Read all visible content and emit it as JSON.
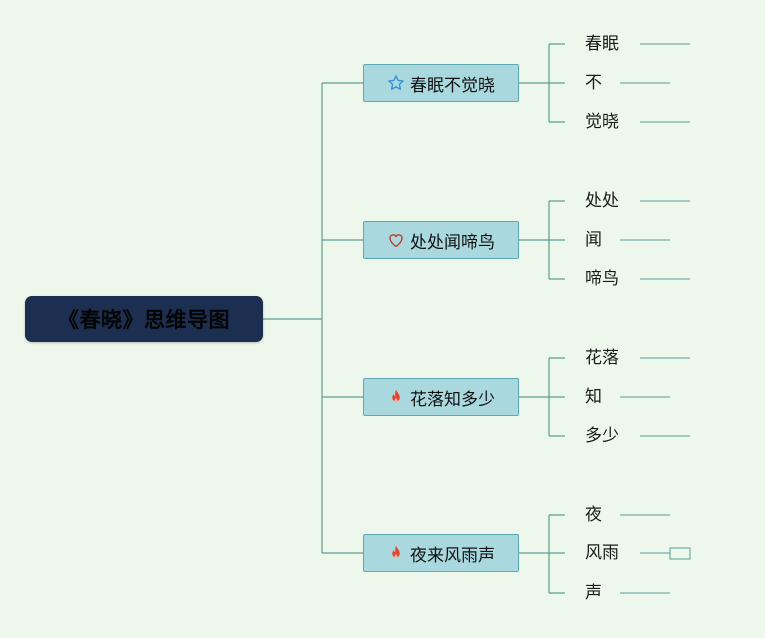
{
  "root": {
    "label": "《春晓》思维导图"
  },
  "branches": [
    {
      "label": "春眠不觉晓",
      "icon": "star-icon",
      "leaves": [
        "春眠",
        "不",
        "觉晓"
      ]
    },
    {
      "label": "处处闻啼鸟",
      "icon": "heart-icon",
      "leaves": [
        "处处",
        "闻",
        "啼鸟"
      ]
    },
    {
      "label": "花落知多少",
      "icon": "fire-icon",
      "leaves": [
        "花落",
        "知",
        "多少"
      ]
    },
    {
      "label": "夜来风雨声",
      "icon": "fire-icon",
      "leaves": [
        "夜",
        "风雨",
        "声"
      ]
    }
  ],
  "colors": {
    "root_bg": "#1c2f50",
    "branch_bg": "#a9d9df",
    "connector": "#5b9e93",
    "star": "#3a8fd4",
    "heart": "#c0392b",
    "fire": "#e8412b"
  }
}
